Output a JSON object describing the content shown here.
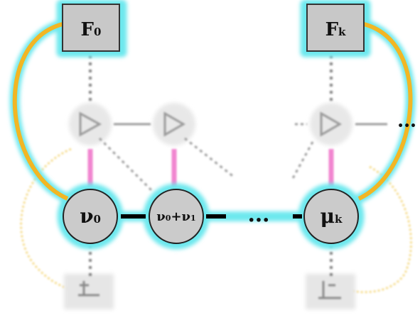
{
  "boxes": [
    {
      "id": "F0",
      "base": "F",
      "sub": "0"
    },
    {
      "id": "Fk",
      "base": "F",
      "sub": "k"
    }
  ],
  "nodes": [
    {
      "id": "v0",
      "main": "ν",
      "sub": "0",
      "plus_main": "",
      "plus_sub": ""
    },
    {
      "id": "v0v1",
      "main": "ν",
      "sub": "0",
      "plus_main": "+ν",
      "plus_sub": "1"
    },
    {
      "id": "muk",
      "main": "μ",
      "sub": "k",
      "plus_main": "",
      "plus_sub": ""
    }
  ],
  "chain_ellipsis": "•••",
  "right_ellipsis": "•••",
  "colors": {
    "glow": "#6de8ee",
    "box_fill": "#c8c8c8",
    "node_fill": "#cbcbcb",
    "orange": "#f2b624",
    "orange_faint": "#f6dc8a",
    "pink": "#ef6fc7",
    "dot_gray": "#808080",
    "ghost": "#d0d0d0"
  },
  "icons": [
    "ghost-triangle-icon",
    "ghost-flag-icon"
  ]
}
